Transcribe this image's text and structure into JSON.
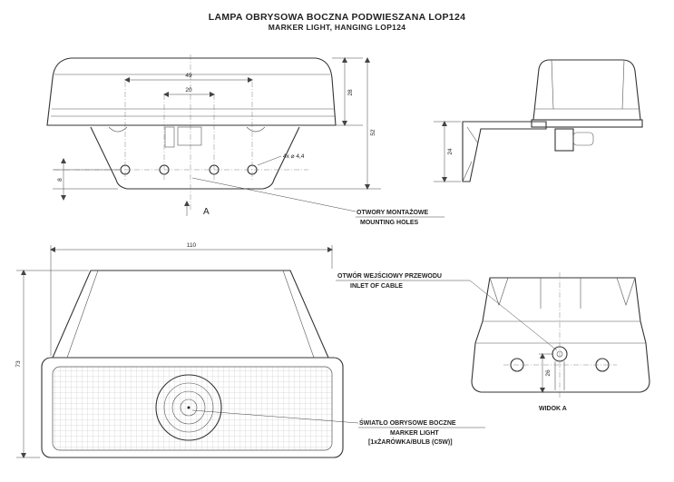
{
  "title": {
    "pl": "LAMPA OBRYSOWA BOCZNA PODWIESZANA LOP124",
    "en": "MARKER LIGHT, HANGING LOP124"
  },
  "dimensions": {
    "d49": "49",
    "d20": "20",
    "d28": "28",
    "d52": "52",
    "d8": "8",
    "holes": "4x ⌀ 4,4",
    "d24": "24",
    "d110": "110",
    "d73": "73",
    "d26": "26"
  },
  "view_label": "A",
  "labels": {
    "mounting_holes": {
      "pl": "OTWORY MONTAŻOWE",
      "en": "MOUNTING HOLES"
    },
    "cable_inlet": {
      "pl": "OTWÓR WEJŚCIOWY PRZEWODU",
      "en": "INLET OF CABLE"
    },
    "marker_light": {
      "pl": "ŚWIATŁO OBRYSOWE BOCZNE",
      "en": "MARKER LIGHT",
      "bulb": "[1xŻARÓWKA/BULB (C5W)]"
    },
    "view_a": "WIDOK A"
  }
}
